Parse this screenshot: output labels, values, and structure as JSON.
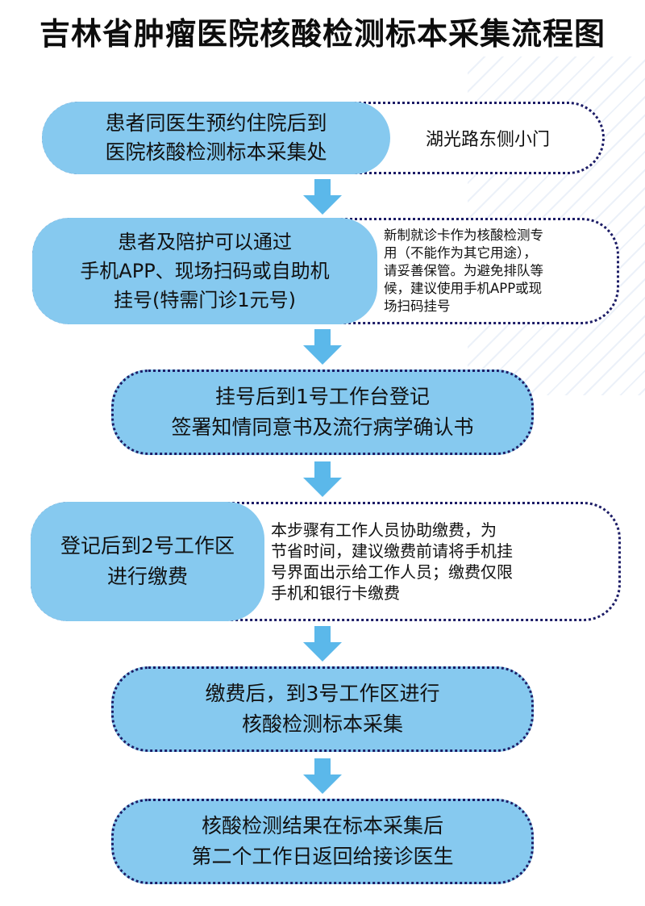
{
  "title": "吉林省肿瘤医院核酸检测标本采集流程图",
  "steps": [
    {
      "lines": [
        "患者同医生预约住院后到",
        "医院核酸检测标本采集处"
      ],
      "note": [
        "湖光路东侧小门"
      ]
    },
    {
      "lines": [
        "患者及陪护可以通过",
        "手机APP、现场扫码或自助机",
        "挂号(特需门诊1元号)"
      ],
      "note": [
        "新制就诊卡作为核酸检测专",
        "用（不能作为其它用途），",
        "请妥善保管。为避免排队等",
        "候，建议使用手机APP或现",
        "场扫码挂号"
      ]
    },
    {
      "lines": [
        "挂号后到1号工作台登记",
        "签署知情同意书及流行病学确认书"
      ]
    },
    {
      "lines": [
        "登记后到2号工作区",
        "进行缴费"
      ],
      "note": [
        "本步骤有工作人员协助缴费，为",
        "节省时间，建议缴费前请将手机挂",
        "号界面出示给工作人员；缴费仅限",
        "手机和银行卡缴费"
      ]
    },
    {
      "lines": [
        "缴费后，到3号工作区进行",
        "核酸检测标本采集"
      ]
    },
    {
      "lines": [
        "核酸检测结果在标本采集后",
        "第二个工作日返回给接诊医生"
      ]
    }
  ],
  "colors": {
    "pill": "#86c9ef",
    "arrow": "#5bb8ea",
    "dots": "#1c1c66"
  }
}
